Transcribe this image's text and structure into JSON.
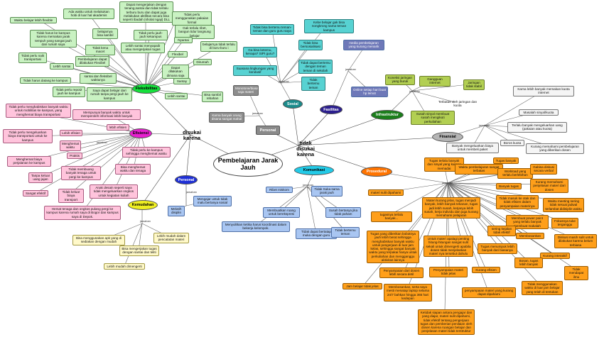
{
  "main_title": "Pembelajaran Jarak Jauh",
  "connector": "tidak disukai karena",
  "connector_left": "disukai karena",
  "branch_label": "jawaban",
  "hubs": {
    "fleksibilitas": "Fleksibilitas",
    "efisiensi": "Efisiensi",
    "personal_l": "Personal",
    "kemudahan": "Kemudahan",
    "personal_r": "Personal",
    "sosial": "Sosial",
    "fasilitas": "Fasilitas",
    "infrastruktur": "Infrastruktur",
    "finansial": "Finansial",
    "komunikasi": "Komunikasi",
    "prosedural": "Prosedural"
  },
  "colors": {
    "green": "#c9f2c2",
    "pink": "#ffc4dc",
    "teal": "#57d2d2",
    "blue": "#a9c6f2",
    "orange": "#ff9f1a",
    "yellow": "#fff9c9"
  },
  "nodes": {
    "f1": "Waktu belajar lebih flexible",
    "f2": "Ada waktu untuk melakukan hobi di luar hal akademis",
    "f3": "Dapat mengerjakan dengan tenang,santai dan tidak terlalu terburu buru dan dapat juga melakukan aktifitas secara bisa seperti ibadah (sholat ngaji) DLL",
    "f4": "Tidak harus ke kampus karena memakan jarak tempuh yang sangat jauh dari rumah saya",
    "f5": "belajarnya bisa sambil",
    "f6": "Tidak kena macet",
    "f7": "Tidak perlu jauh-jauh kekampus",
    "f8": "Tidak perlu menggunakan pakaian formal",
    "f9": "Gak terlalu ribet, bangun tidur langsung belajar",
    "f10": "Tidak perlu naik transportasi",
    "f11": "Lebih santai",
    "f12": "Pembelajaran dapat dilakukan Flexibel",
    "f13": "Lebih santai menyapaib atau mengerjakan tugas",
    "f14": "Nyantai",
    "f15": "Flexibel",
    "f16": "belajarnya tidak terlalu di buru-buru i",
    "f17": "Dirumah",
    "f18": "Tidak harus datang ke kampus",
    "f19": "santai dan fleksibel waktunya",
    "f20": "Dapat dilakukan dimana saja",
    "f21": "Santay",
    "f22": "Tidak perlu repot2 jauh ke kampus",
    "f23": "Saya dapat belajar dari rumah tanpa pergi jauh ke kampus",
    "f24": "Lebih santai",
    "f25": "Bisa sambil rebahan",
    "e1": "Tidak perlu menghabiskan banyak waktu untuk mobilitas ke kampus, yang menghemat biaya transportasi",
    "e2": "Mempunyai banyak waktu untuk memperoleh informasi lebih banyak",
    "e3": "lebih efisien",
    "e4": "Lebih efisien",
    "e5": "Tidak perlu mengeluarkan biaya transportasi untuk ke kampus",
    "e6": "Menghemat waktu",
    "e7": "Tidak perlu ke kampus sehingga menghemat waktu",
    "e8": "Menghemat biaya perjalanan ke kampus",
    "e9": "Praktis",
    "e10": "Bisa menghemat waktu dan tenaga",
    "e11": "Tanpa keluar uang jajan",
    "e12": "Tidak membuang banyak tenaga untuk pergi ke kampus",
    "e13": "Sangat efektif",
    "e14": "Tidak keluar biaya transport",
    "e15": "Anak desain seperti saya tidak mengeluarkan ongkos untuk kegiatan kuliah",
    "e16": "Hemat tenaga dan ongkos pulang pergi ke kampus karena rumah saya di Bogor dan kampus saya di Depok.",
    "pl1": "Mengajar untuk tidak malu bertanya sosial",
    "pl2": "Melatih disiplin",
    "k1": "Bisa menggunakan apk yang di sediakan dengan mudah",
    "k2": "Lebih mudah dalam pencatatan materi",
    "k3": "Bisa mengerjakan tugas dengan santai dan teliti",
    "k4": "Lebih mudah dimengerti",
    "pr1": "Monotone/biasa saja materi",
    "pr2": "Karna banyak orang disana sangat mahal",
    "s1": "Tidak bisa bertemu teman-teman dan guru guru saya",
    "s2": "Ga bisa ketemu, kenapa? SIPI guru?",
    "s3": "Suasana lingkungan yang kondusif",
    "s4": "Tidak bisa bersosialisasi",
    "s5": "Tidak dapat bertemu dengan teman teman di sekolah",
    "s6": "Tidak bertemu teman",
    "s7": "Kebe belajar gak bisa nongkrong sama teman kampus",
    "fa1": "media pembelajaran yang kurang menarik",
    "fa2": "Online setiap hari buat hp lemot",
    "i1": "Koneksi jaringan yang buruk",
    "i2": "Gangguan internet",
    "i3": "Jaringan tidak stabil",
    "i4": "Terbatas oleh jaringan dan kuota",
    "i5": "Susah sinyal membuat susah mengikuti perkuliahan",
    "fi1": "Karna lebih banyak memakan kuota internet",
    "fi2": "Masalah sinyal/kuota",
    "fi3": "Terlalu banyak mengeluarkan uang (pakaian atau kuota)",
    "fi4": "Boros kuota",
    "fi5": "Banyak mengeluarkan biaya untuk membeli paket",
    "fi6": "Kurang memahami pembelajaran yang diberikan dosen",
    "ko1": "Ribet miskom",
    "ko2": "Tidak Suka sama jarak jauh",
    "ko3": "Membuatkan ruang untuk berekspresi",
    "ko4": "Susah bertanya jika tidak paham",
    "ko5": "Menyulitkan ketika harus koordinasi dalam bekerja kelompok.",
    "ko6": "Tidak dapat bertatap muka dengan guru",
    "ko7": "Tidak bertemu teman",
    "p1": "Tugas terlalu banyak dan sinyal yang kurang memadai",
    "p2": "Waktu pembelajaran sangat terbatas",
    "p3": "Tugas banyak",
    "p4": "Workload yang terlalu berlebihan",
    "p5": "Gabisa diskusi secara verbal",
    "p6": "Banyak tugas",
    "p7": "Kurang memahami penjelasan materi dari dosen",
    "p8": "materi sulit dipahami",
    "p9": "Materi kurang jelas, tugas menjadi banyak, lebih banyak tekanan, tugas jadi lebih susah, kerjanya lebih susah, kerja individu dan juga kurang memahami pelajaran",
    "p10": "Tidak masuk ke otak dan tidak efisien dalam penyampaian materinya",
    "p11": "Waktu meeting sering tidak sesuai jadwal terlambat didisiplin waktu",
    "p12": "tugasnya terlalu banyak...",
    "p13": "Membuat power point yang terlalu banyak membuat makalah",
    "p14": "Fokusnya tuke terganggu",
    "p15": "Tugas yang diberikan bobotnya jauh lebih berat sehingga menghabiskan banyak waktu untuk pengerjaan di luar jam kelas, sehingga sangat banyak waktu yang terpakai hanya untuk perkuliahan dan mengganggu aktivitas lainnya",
    "p16": "Untuk materi apalagi penting hitung-hitungan sangat sulit sekali untuk dimengerti apabila dosen tidak menjelaskan materi nya tersebut dahulu",
    "p17": "sering kejalan tidak efektif",
    "p18": "Membosankan",
    "p19": "Diskusi masih sulit untuk dilakukan karena belum terbiasa",
    "p20": "Tugas menumpuk lebih banyak dari biasanya",
    "p21": "Kurang interaktif",
    "p22": "Penyampaian dari dosen lebih secara detil",
    "p23": "Penyampaian materi tidak jelas",
    "p24": "Bosan, tugas lebih banyak",
    "p25": "Tidak mendapat ilmu",
    "p26": "Kurang efisien",
    "p27": "Jam belajar tidak jelas",
    "p28": "Membosankan, serta saya mesti menatap laptop selama 24/7 bahkan hingga 365 hari kedepan",
    "p29": "penyampaian materi yang kurang dapat dipahami",
    "p30": "Tidak menggunakan waktu di luar jam belajar yang telah di tentukan",
    "p31": "Ketidak siapan antara pengajar dan yang diajar, materi sulit dipahami, tidak efektif tentang pengerjaan tugas dan pemberian penilaian oleh dosen karena ruangan belajar dan penjelasan materi tidak terstruktur"
  }
}
